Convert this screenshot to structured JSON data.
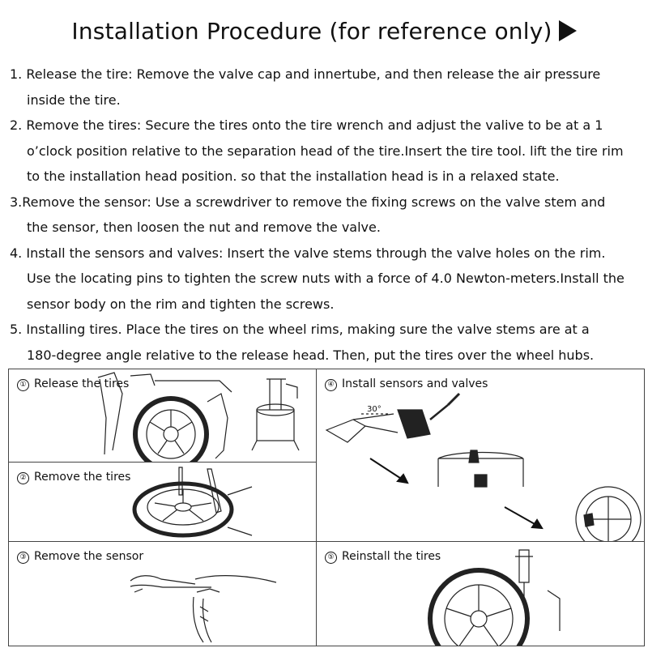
{
  "title": "Installation Procedure (for reference only)",
  "steps": [
    {
      "head": "1. Release the tire: Remove the valve cap and innertube, and then release the air pressure",
      "cont": [
        "inside the tire."
      ]
    },
    {
      "head": "2. Remove the tires: Secure the tires onto the tire wrench and adjust the valive to be at a 1",
      "cont": [
        "o’clock position relative to the separation head of the tire.Insert the tire tool. lift the tire rim",
        "to the installation head position. so that the installation head is in a relaxed state."
      ]
    },
    {
      "head": "3.Remove the sensor: Use a screwdriver to remove the fixing screws on the valve stem and",
      "cont": [
        "the sensor, then loosen the nut and remove the valve."
      ]
    },
    {
      "head": "4. Install the sensors and valves: Insert the valve stems through the valve holes on the rim.",
      "cont": [
        "Use the locating pins to tighten the screw nuts with a force of 4.0 Newton-meters.Install the",
        "sensor body on the rim and tighten the screws."
      ]
    },
    {
      "head": "5. Installing tires. Place the tires on the wheel rims, making sure the valve stems are at a",
      "cont": [
        "180-degree angle relative to the release head. Then, put the tires over the wheel hubs."
      ]
    }
  ],
  "panels": {
    "p1": {
      "num": "①",
      "label": "Release the tires"
    },
    "p2": {
      "num": "②",
      "label": "Remove the tires"
    },
    "p3": {
      "num": "③",
      "label": "Remove the sensor"
    },
    "p4": {
      "num": "④",
      "label": "Install sensors and valves",
      "angle": "30°"
    },
    "p5": {
      "num": "⑤",
      "label": "Reinstall the tires"
    }
  }
}
